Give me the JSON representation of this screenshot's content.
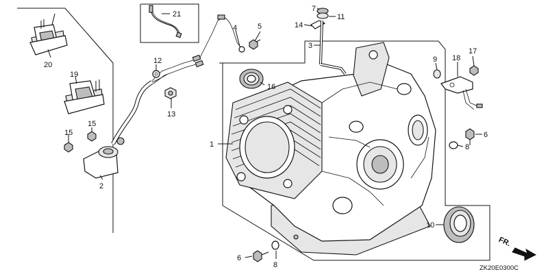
{
  "diagram": {
    "drawing_code": "ZK20E0300C",
    "direction_label": "FR."
  },
  "callouts": {
    "c1": "1",
    "c2": "2",
    "c3": "3",
    "c4": "4",
    "c5": "5",
    "c6a": "6",
    "c6b": "6",
    "c7": "7",
    "c8a": "8",
    "c8b": "8",
    "c9": "9",
    "c10": "10",
    "c11": "11",
    "c12": "12",
    "c13": "13",
    "c14": "14",
    "c15a": "15",
    "c15b": "15",
    "c16": "16",
    "c17": "17",
    "c18": "18",
    "c19": "19",
    "c20": "20",
    "c21": "21"
  }
}
